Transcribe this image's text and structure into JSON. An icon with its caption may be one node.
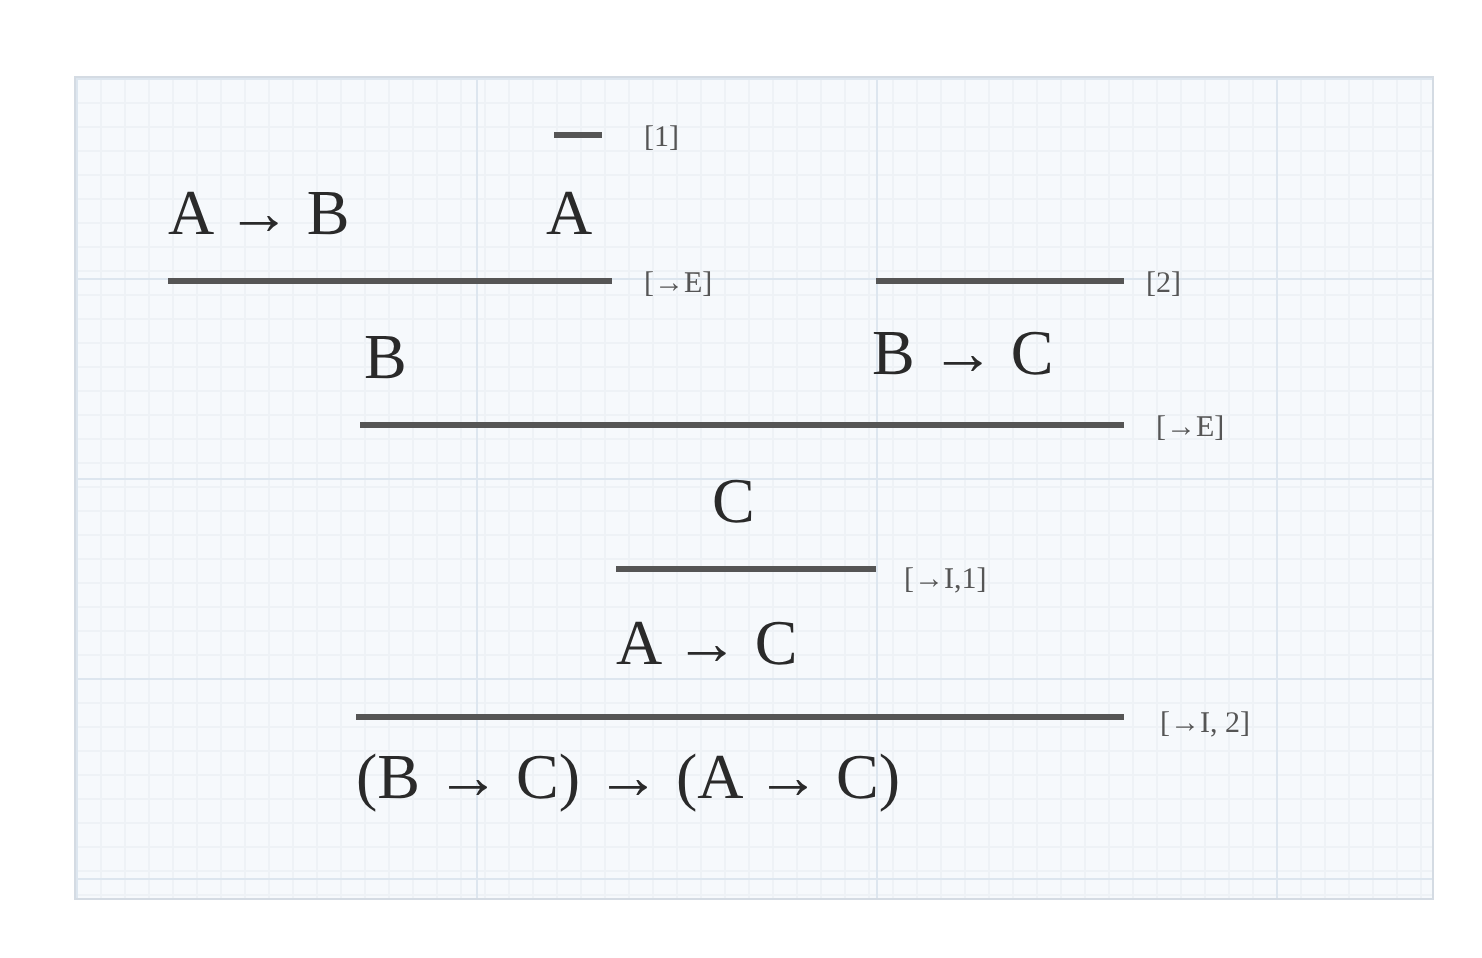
{
  "diagram": {
    "labels": [
      "[1]",
      "A → B",
      "A",
      "[→E]",
      "[2]",
      "B",
      "B → C",
      "[→E]",
      "C",
      "[→I,1]",
      "A → C",
      "[→I, 2]",
      "(B → C) → (A → C)"
    ]
  }
}
